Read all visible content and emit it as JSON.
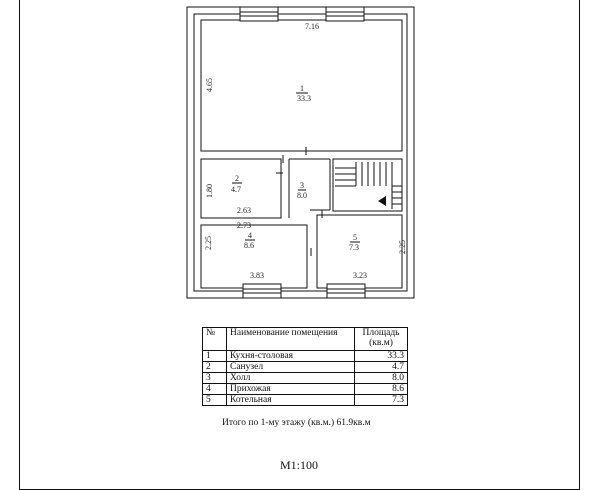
{
  "rooms": [
    {
      "id": "1",
      "area": "33.3"
    },
    {
      "id": "2",
      "area": "4.7"
    },
    {
      "id": "3",
      "area": "8.0"
    },
    {
      "id": "4",
      "area": "8.6"
    },
    {
      "id": "5",
      "area": "7.3"
    }
  ],
  "dimensions": {
    "top_width": "7.16",
    "left_height": "4.65",
    "room2_height": "1.80",
    "room2_width": "2.63",
    "hall_width": "2.73",
    "room4_height": "2.25",
    "room4_width": "3.83",
    "room5_width": "3.23",
    "room5_height": "2.25"
  },
  "table": {
    "headers": {
      "num": "№",
      "name": "Наименование помещения",
      "area": "Площадь (кв.м)"
    },
    "rows": [
      {
        "num": "1",
        "name": "Кухня-столовая",
        "area": "33.3"
      },
      {
        "num": "2",
        "name": "Санузел",
        "area": "4.7"
      },
      {
        "num": "3",
        "name": "Холл",
        "area": "8.0"
      },
      {
        "num": "4",
        "name": "Прихожая",
        "area": "8.6"
      },
      {
        "num": "5",
        "name": "Котельная",
        "area": "7.3"
      }
    ]
  },
  "total": "Итого по 1-му этажу (кв.м.) 61.9кв.м",
  "scale": "M1:100"
}
